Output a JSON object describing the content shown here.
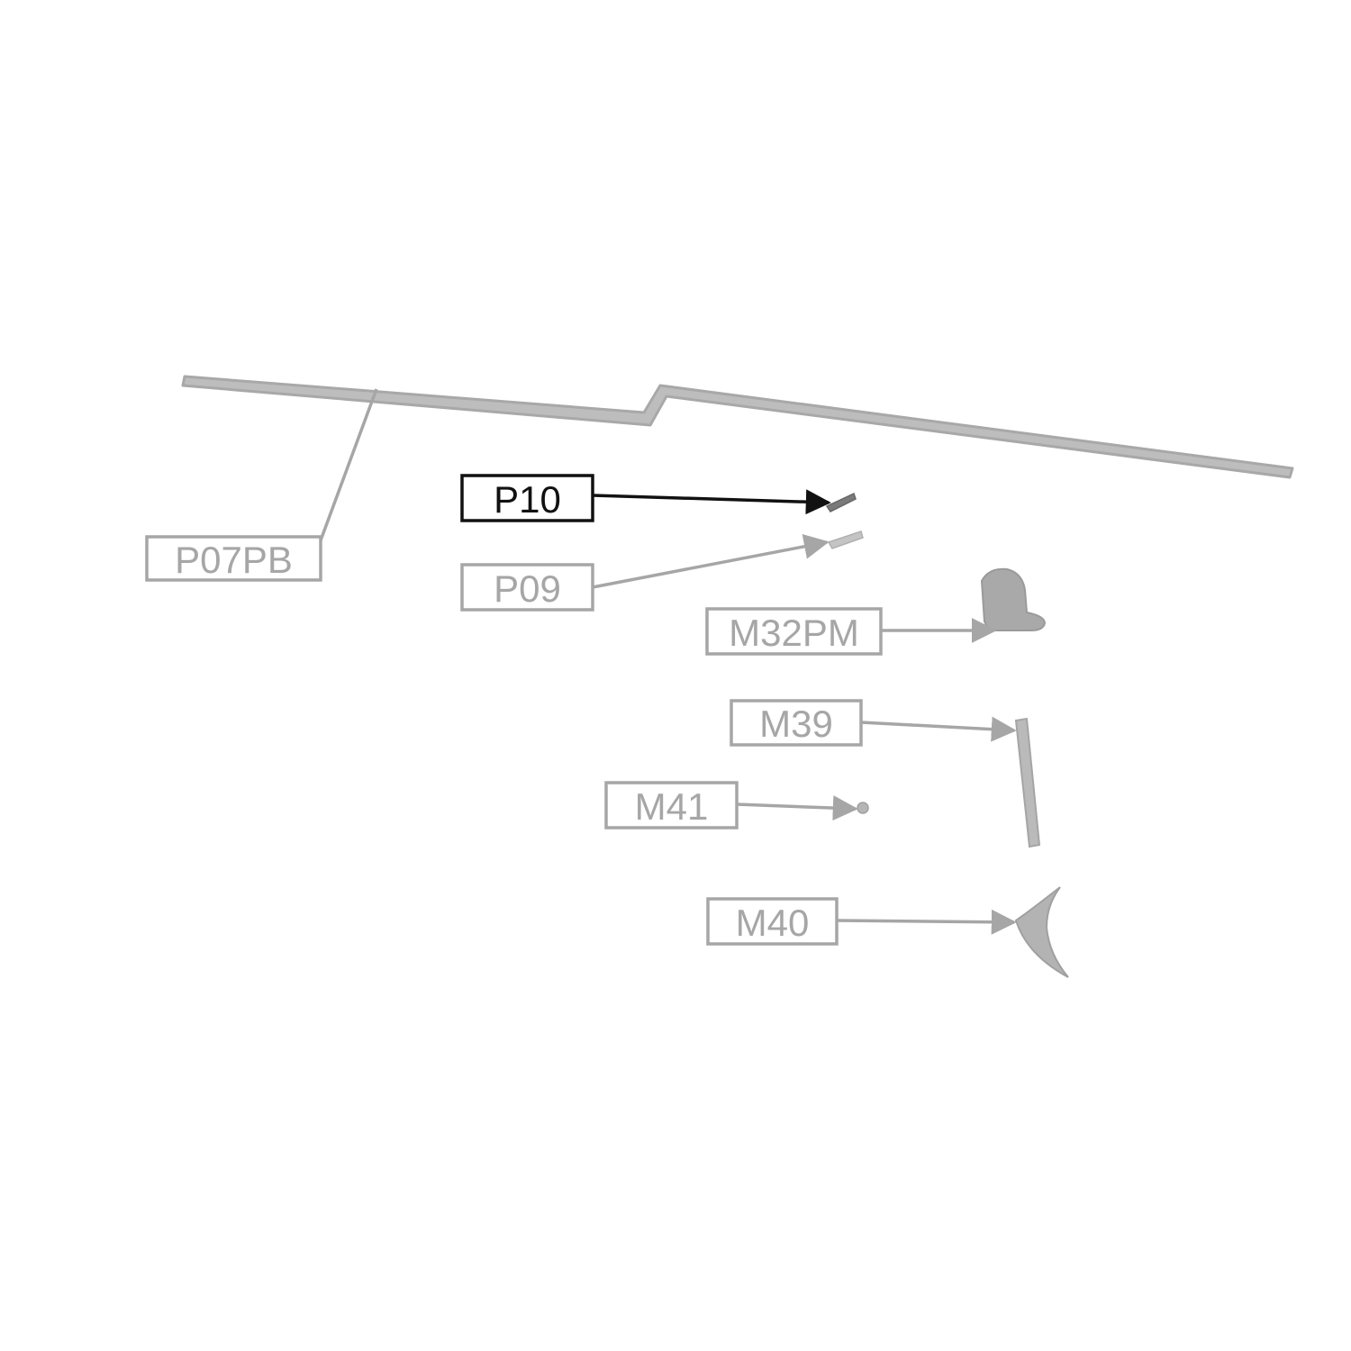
{
  "diagram": {
    "colors": {
      "background": "#ffffff",
      "highlight": "#111111",
      "muted": "#a6a6a6",
      "part_fill": "#b9b9b9",
      "part_stroke": "#a0a0a0"
    },
    "highlighted_label": "P10",
    "labels": {
      "p07pb": "P07PB",
      "p10": "P10",
      "p09": "P09",
      "m32pm": "M32PM",
      "m39": "M39",
      "m41": "M41",
      "m40": "M40"
    },
    "parts": [
      {
        "code": "P07PB",
        "shape": "long-rod"
      },
      {
        "code": "P10",
        "shape": "small-pin"
      },
      {
        "code": "P09",
        "shape": "small-pin"
      },
      {
        "code": "M32PM",
        "shape": "cap"
      },
      {
        "code": "M39",
        "shape": "bar"
      },
      {
        "code": "M41",
        "shape": "tiny-pin"
      },
      {
        "code": "M40",
        "shape": "crescent"
      }
    ]
  }
}
